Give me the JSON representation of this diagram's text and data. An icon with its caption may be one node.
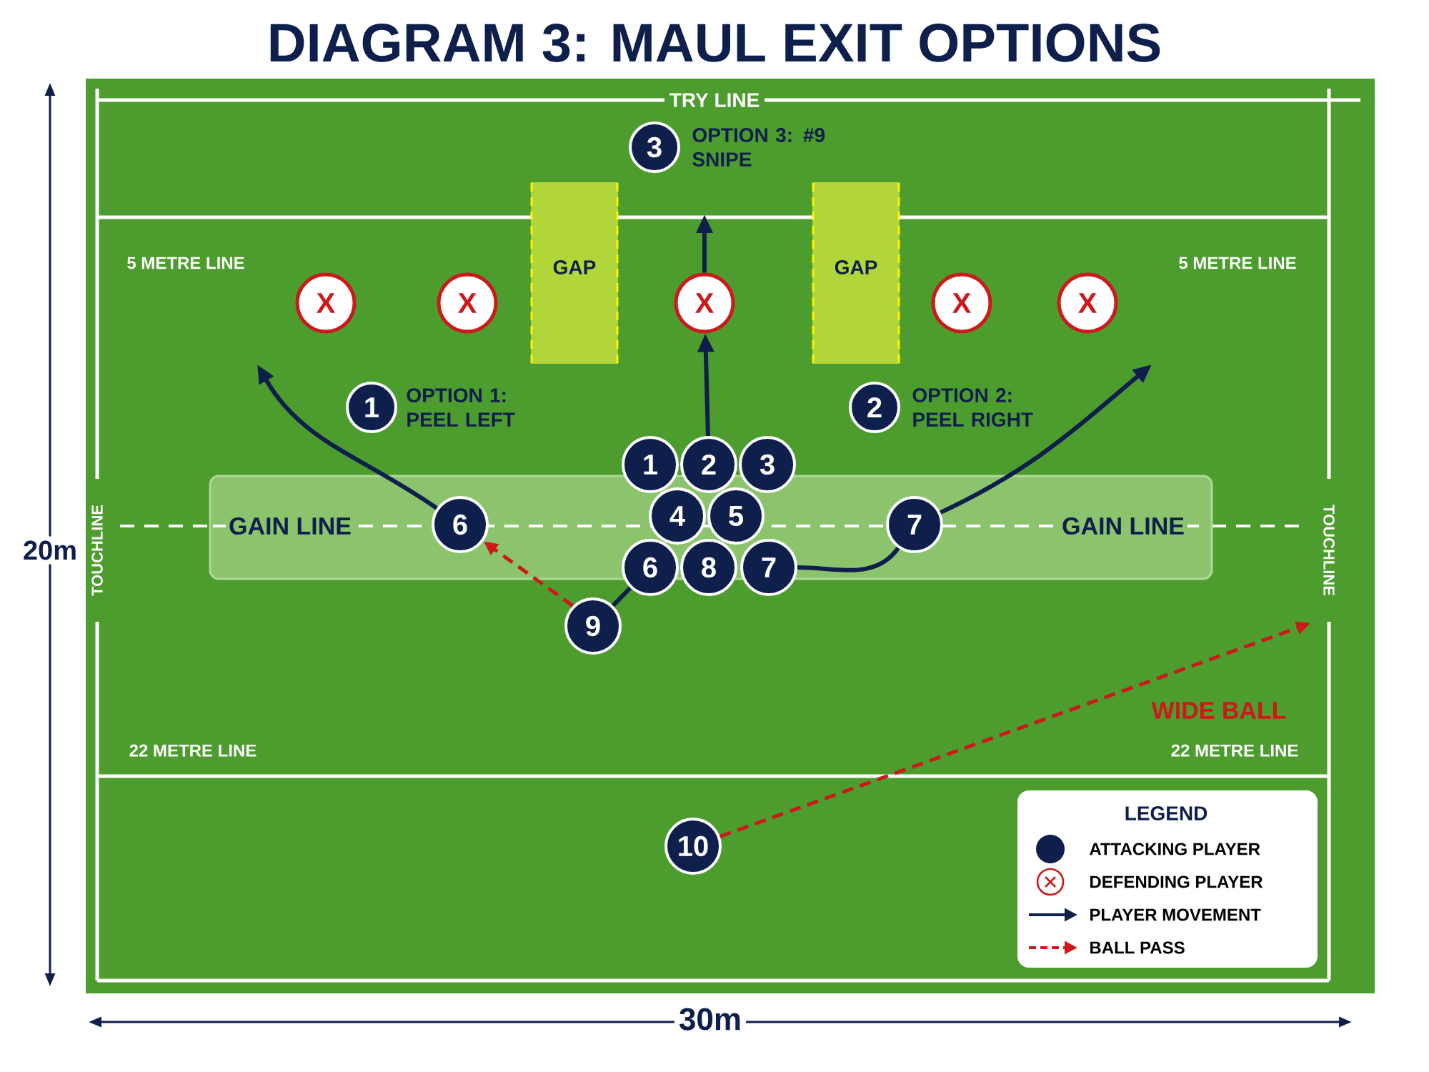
{
  "diagram": {
    "title": "DIAGRAM 3: MAUL EXIT OPTIONS",
    "nodes": [
      {
        "text": [
          "GAIN LINE",
          "GAIN LINE"
        ]
      },
      {
        "text": [
          "GAP"
        ]
      },
      {
        "text": [
          "GAP"
        ]
      },
      {
        "text": [
          "X"
        ]
      },
      {
        "text": [
          "X"
        ]
      },
      {
        "text": [
          "X"
        ]
      },
      {
        "text": [
          "X"
        ]
      },
      {
        "text": [
          "X"
        ]
      },
      {
        "text": [
          "1"
        ],
        "beside": [
          "OPTION 1: PEEL LEFT"
        ]
      },
      {
        "text": [
          "2"
        ],
        "beside": [
          "OPTION 2: PEEL RIGHT"
        ]
      },
      {
        "text": [
          "3"
        ],
        "beside": [
          "OPTION 3: #9 SNIPE"
        ]
      },
      {
        "text": [
          "1"
        ]
      },
      {
        "text": [
          "2"
        ]
      },
      {
        "text": [
          "3"
        ]
      },
      {
        "text": [
          "4"
        ],
        "in": 0
      },
      {
        "text": [
          "5"
        ],
        "in": 0
      },
      {
        "text": [
          "6"
        ]
      },
      {
        "text": [
          "8"
        ]
      },
      {
        "text": [
          "7"
        ]
      },
      {
        "text": [
          "6"
        ],
        "in": 0
      },
      {
        "text": [
          "7"
        ],
        "in": 0
      },
      {
        "text": [
          "9"
        ]
      },
      {
        "text": [
          "10"
        ]
      }
    ],
    "edges": [
      {
        "from": 12,
        "to": 5,
        "arrow": "to"
      },
      {
        "from": 5,
        "to": null,
        "arrow": "to"
      },
      {
        "from": 19,
        "to": null,
        "arrow": "to"
      },
      {
        "from": 18,
        "to": 20,
        "arrow": "none"
      },
      {
        "from": 20,
        "to": null,
        "arrow": "to"
      },
      {
        "from": 21,
        "to": 16,
        "arrow": "none"
      },
      {
        "from": 21,
        "to": 19,
        "arrow": "to",
        "style": "dashed",
        "color": "#cc1a1a"
      },
      {
        "from": 22,
        "to": null,
        "arrow": "to",
        "style": "dashed",
        "color": "#cc1a1a",
        "label": "WIDE BALL"
      }
    ],
    "labels": [
      "TRY LINE",
      "5 METRE LINE",
      "5 METRE LINE",
      "TOUCHLINE",
      "TOUCHLINE",
      "22 METRE LINE",
      "22 METRE LINE",
      "20m",
      "30m",
      "LEGEND"
    ],
    "legend": [
      {
        "text": "ATTACKING PLAYER",
        "color": "#0f1f4b"
      },
      {
        "text": "DEFENDING PLAYER"
      },
      {
        "text": "PLAYER MOVEMENT"
      },
      {
        "text": "BALL PASS"
      }
    ]
  }
}
